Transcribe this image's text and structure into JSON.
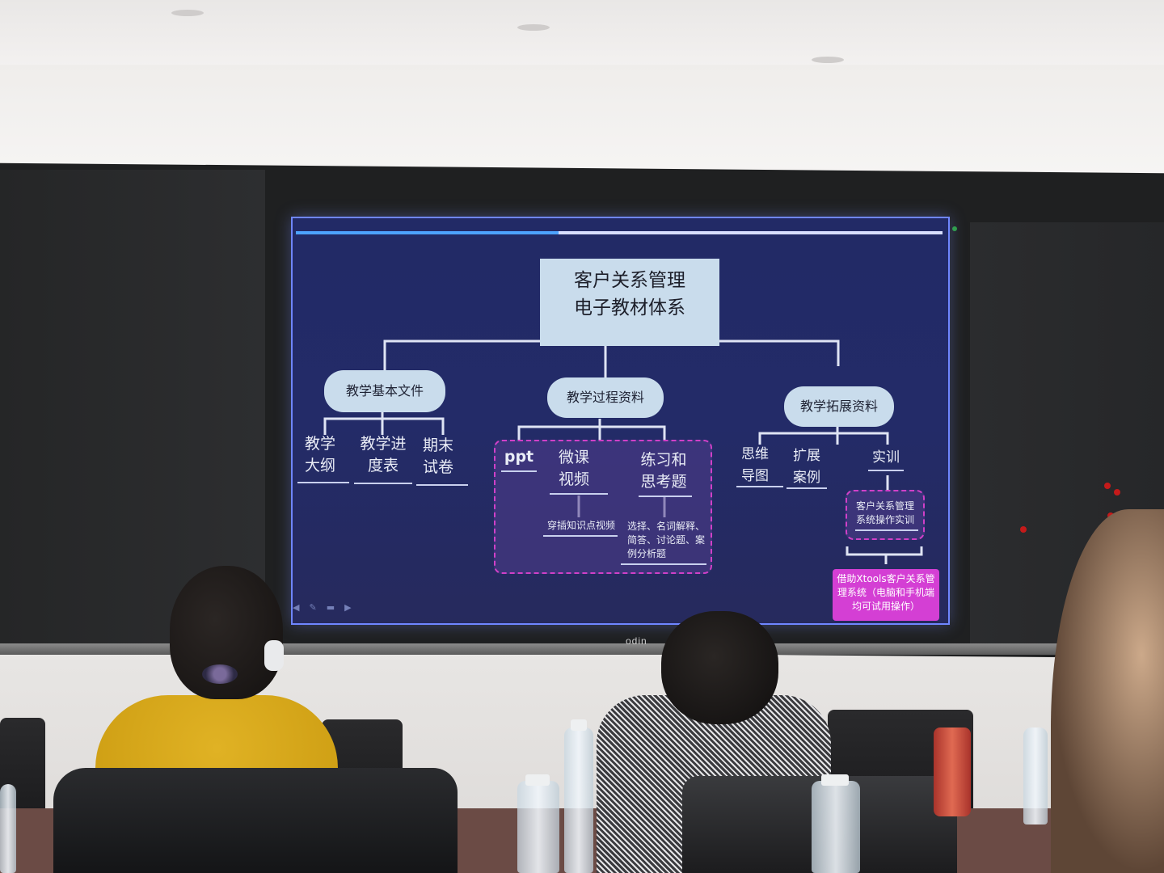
{
  "slide": {
    "title_line1": "客户关系管理",
    "title_line2": "电子教材体系",
    "branches": [
      {
        "label": "教学基本文件",
        "leaves": [
          {
            "line1": "教学",
            "line2": "大纲"
          },
          {
            "line1": "教学进",
            "line2": "度表"
          },
          {
            "line1": "期末",
            "line2": "试卷"
          }
        ]
      },
      {
        "label": "教学过程资料",
        "leaves": [
          {
            "line1": "ppt",
            "line2": ""
          },
          {
            "line1": "微课",
            "line2": "视频"
          },
          {
            "line1": "练习和",
            "line2": "思考题"
          }
        ],
        "sub_notes": {
          "video_note": "穿插知识点视频",
          "exercise_note_line1": "选择、名词解释、",
          "exercise_note_line2": "简答、讨论题、案",
          "exercise_note_line3": "例分析题"
        }
      },
      {
        "label": "教学拓展资料",
        "leaves": [
          {
            "line1": "思维",
            "line2": "导图"
          },
          {
            "line1": "扩展",
            "line2": "案例"
          },
          {
            "line1": "实训",
            "line2": ""
          }
        ],
        "training_box_line1": "客户关系管理",
        "training_box_line2": "系统操作实训",
        "pink_note_line1": "借助Xtools客户关系管",
        "pink_note_line2": "理系统（电脑和手机端",
        "pink_note_line3": "均可试用操作）"
      }
    ]
  },
  "display_brand": "odin",
  "colors": {
    "screen_bg": "#232b68",
    "node_fill": "#c9dcec",
    "dashed_border": "#d040c8",
    "pink_note": "#d43fd4"
  }
}
